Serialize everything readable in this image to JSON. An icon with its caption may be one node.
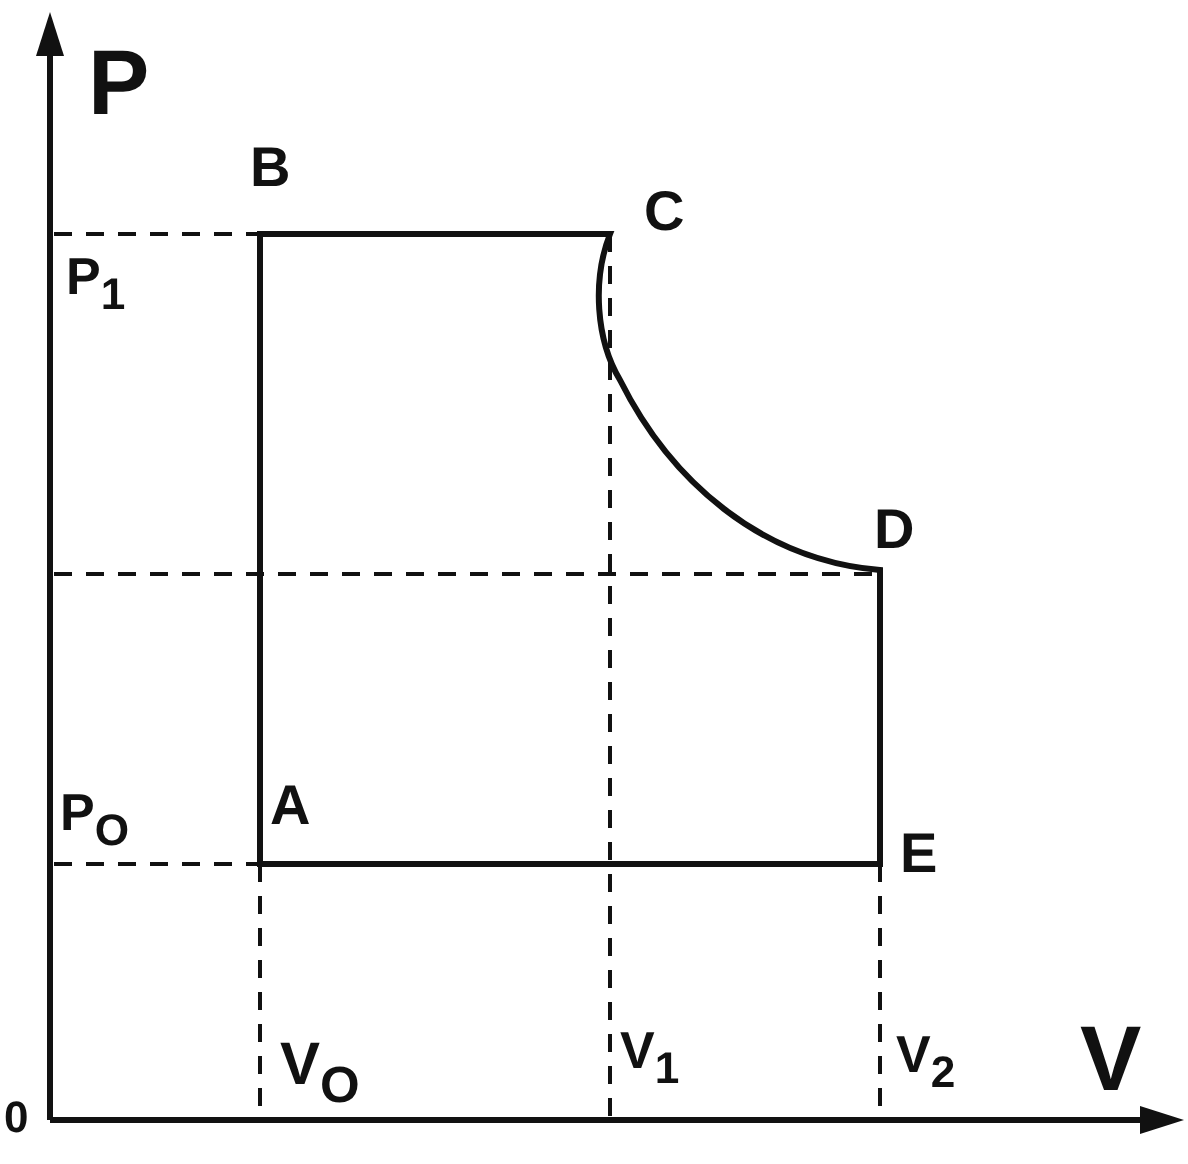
{
  "diagram": {
    "labels": [
      "P",
      "B",
      "C",
      "P$_{1}$",
      "D",
      "A",
      "P$_{O}$",
      "E",
      "V$_{O}$",
      "V$_{1}$",
      "V$_{2}$",
      "V",
      "0"
    ]
  }
}
